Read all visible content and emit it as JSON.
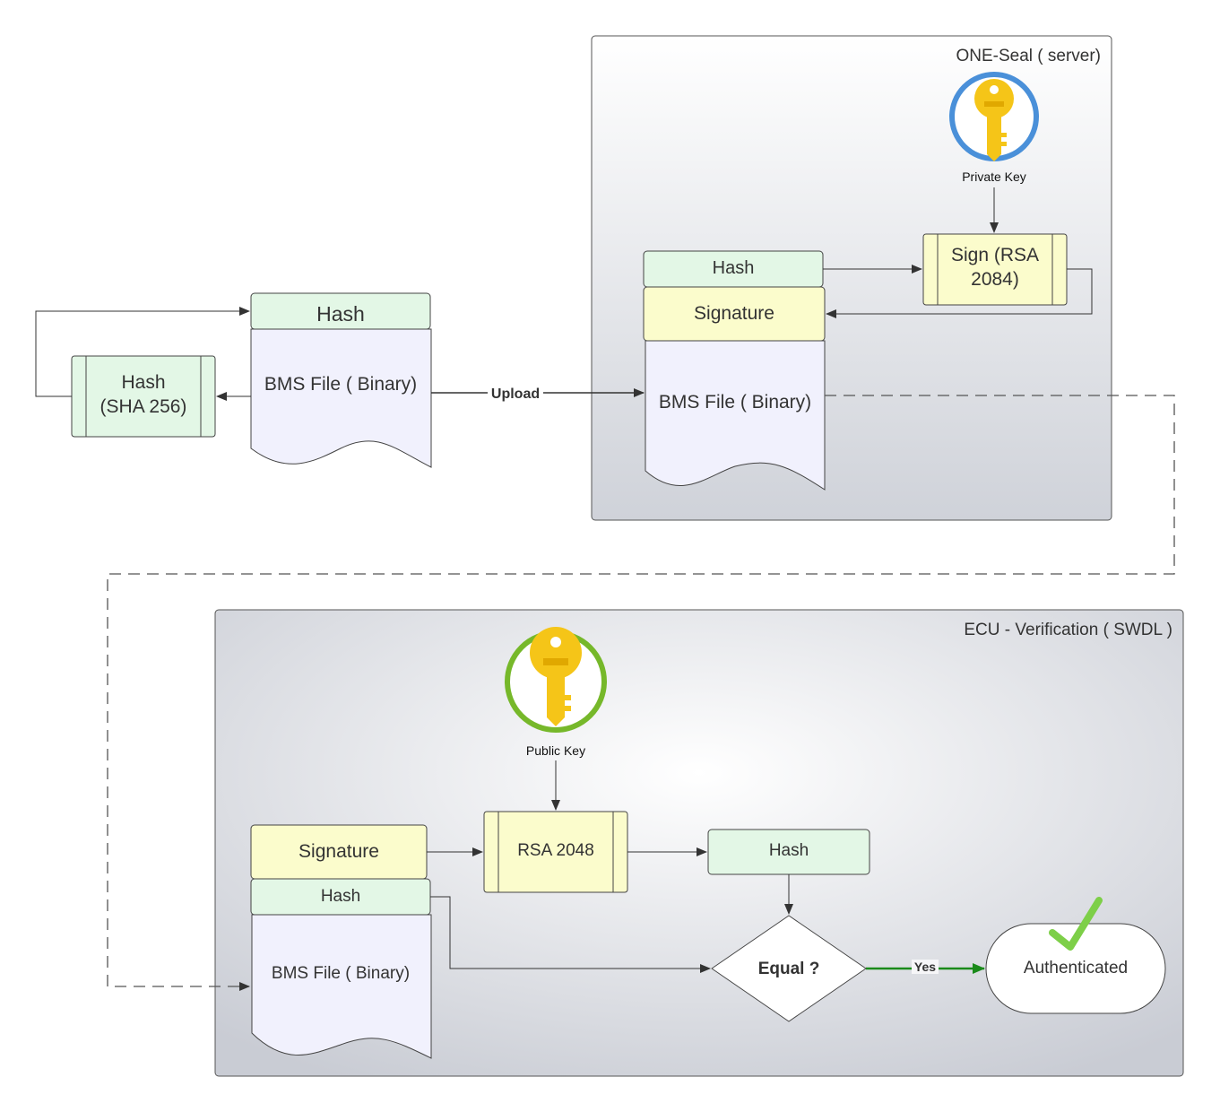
{
  "containers": {
    "server_title": "ONE-Seal  ( server)",
    "ecu_title": "ECU - Verification ( SWDL )"
  },
  "left": {
    "hash_header": "Hash",
    "file_label": "BMS File ( Binary)",
    "hash_process_line1": "Hash",
    "hash_process_line2": "(SHA 256)"
  },
  "connectors": {
    "upload": "Upload",
    "yes": "Yes"
  },
  "server": {
    "key_label": "Private Key",
    "sign_line1": "Sign (RSA",
    "sign_line2": "2084)",
    "hash_label": "Hash",
    "signature_label": "Signature",
    "file_label": "BMS File ( Binary)"
  },
  "ecu": {
    "key_label": "Public Key",
    "signature_label": "Signature",
    "hash_label": "Hash",
    "file_label": "BMS File ( Binary)",
    "rsa_label": "RSA 2048",
    "hash_out_label": "Hash",
    "decision_label": "Equal ?",
    "result_label": "Authenticated"
  },
  "colors": {
    "hash_fill": "#e3f7e6",
    "signature_fill": "#fbfccc",
    "file_fill": "#f1f1fd",
    "yes_arrow": "#1a8a1a",
    "check": "#7dcf48",
    "private_key_ring": "#4a90d9",
    "public_key_ring": "#76b82a",
    "key_gold": "#f5c518"
  }
}
